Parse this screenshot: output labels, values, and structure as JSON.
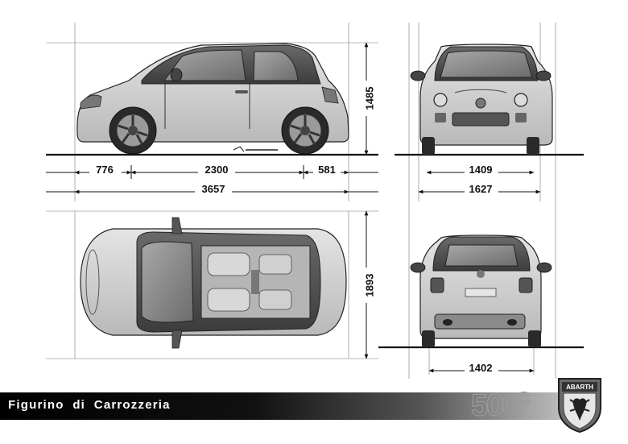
{
  "dimensions": {
    "front_overhang": "776",
    "wheelbase": "2300",
    "rear_overhang": "581",
    "length": "3657",
    "height": "1485",
    "front_track": "1409",
    "width": "1627",
    "width_mirrors": "1893",
    "rear_track": "1402"
  },
  "footer": {
    "title": "Figurino  di  Carrozzeria",
    "model": "500",
    "model_suffix": "C"
  },
  "brand": {
    "badge_text": "ABARTH"
  },
  "colors": {
    "body": "#d6d6d6",
    "roof": "#505050",
    "glass": "#8a8a8a",
    "tire": "#2a2a2a",
    "dim_line": "#111111"
  }
}
